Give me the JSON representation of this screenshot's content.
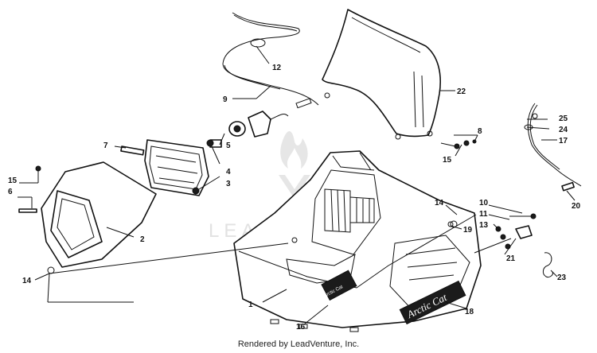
{
  "watermark": {
    "text": "LEADVENTURE"
  },
  "footer": {
    "text": "Rendered by LeadVenture, Inc."
  },
  "brand_marks": {
    "hood_decal": "Arctic Cat",
    "side_decal": "Arctic Cat"
  },
  "callouts": {
    "c1": "1",
    "c2": "2",
    "c3": "3",
    "c4": "4",
    "c5": "5",
    "c6": "6",
    "c7": "7",
    "c8": "8",
    "c9": "9",
    "c10": "10",
    "c11": "11",
    "c12": "12",
    "c13": "13",
    "c14a": "14",
    "c14b": "14",
    "c15a": "15",
    "c15b": "15",
    "c16": "16",
    "c17": "17",
    "c18": "18",
    "c19": "19",
    "c20": "20",
    "c21": "21",
    "c22": "22",
    "c23": "23",
    "c24": "24",
    "c25": "25"
  }
}
